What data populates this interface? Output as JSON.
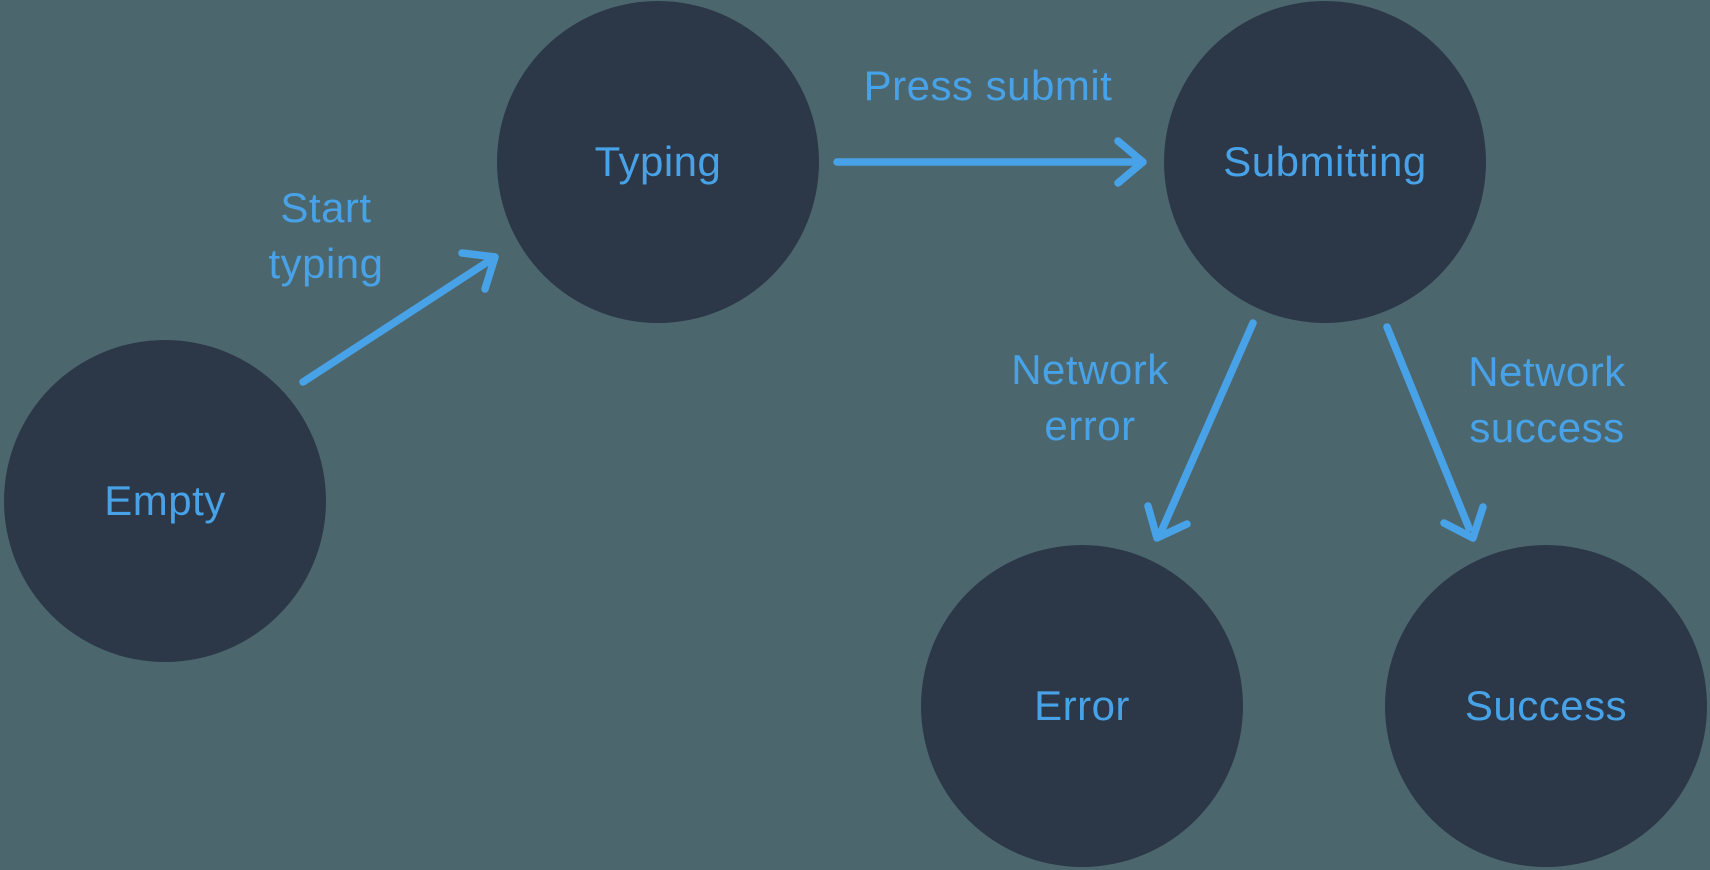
{
  "colors": {
    "background": "#4C666E",
    "node_fill": "#2C3847",
    "accent_blue": "#48A2E8"
  },
  "diagram": {
    "type": "state-machine",
    "nodes": [
      {
        "id": "empty",
        "label": "Empty"
      },
      {
        "id": "typing",
        "label": "Typing"
      },
      {
        "id": "submitting",
        "label": "Submitting"
      },
      {
        "id": "error",
        "label": "Error"
      },
      {
        "id": "success",
        "label": "Success"
      }
    ],
    "edges": [
      {
        "id": "start-typing",
        "from": "empty",
        "to": "typing",
        "label": "Start typing"
      },
      {
        "id": "press-submit",
        "from": "typing",
        "to": "submitting",
        "label": "Press submit"
      },
      {
        "id": "network-error",
        "from": "submitting",
        "to": "error",
        "label": "Network error"
      },
      {
        "id": "network-success",
        "from": "submitting",
        "to": "success",
        "label": "Network success"
      }
    ]
  }
}
